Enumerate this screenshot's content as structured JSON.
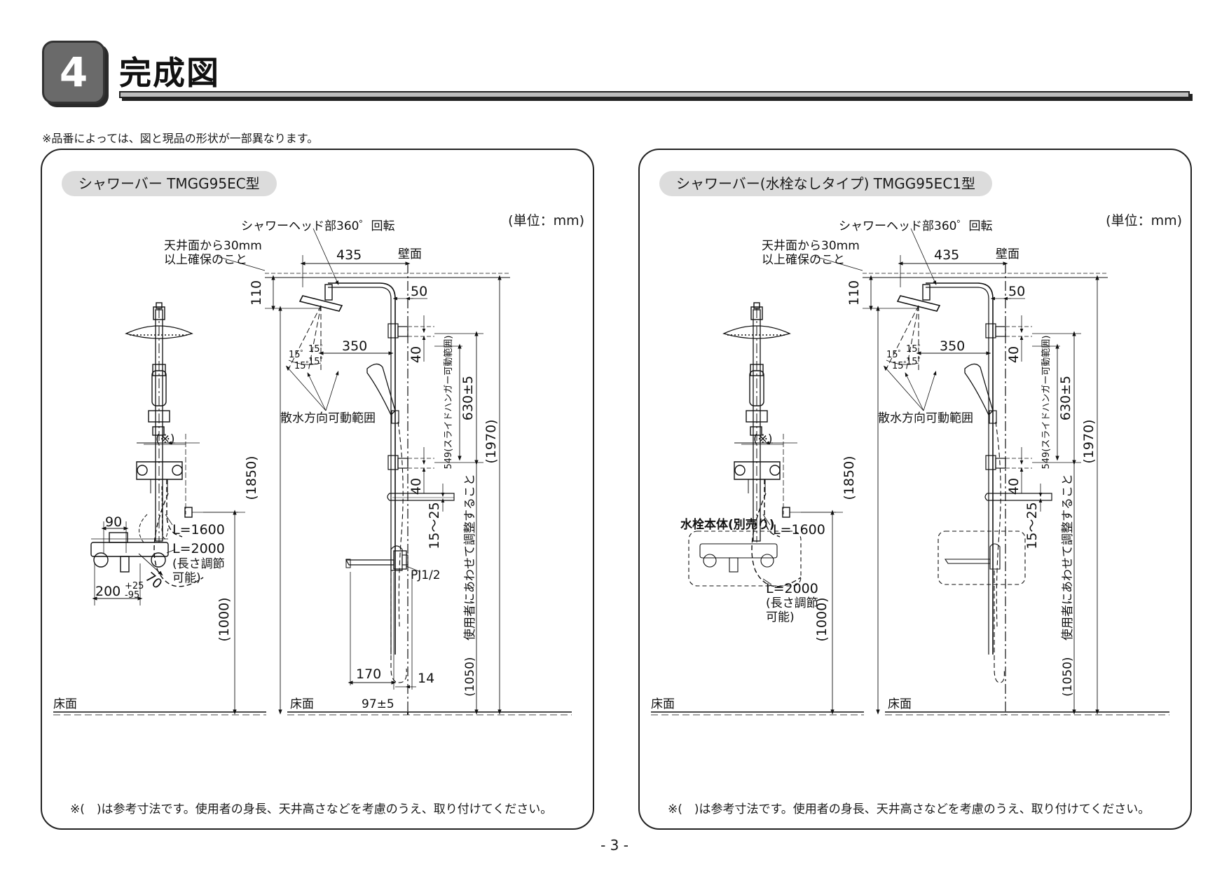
{
  "section": {
    "number": "4",
    "title": "完成図"
  },
  "note_top": "※品番によっては、図と現品の形状が一部異なります。",
  "page_number": "- 3 -",
  "panels": [
    {
      "title": "シャワーバー TMGG95EC型",
      "unit": "(単位：mm)",
      "footnote": "※(　)は参考寸法です。使用者の身長、天井高さなどを考慮のうえ、取り付けてください。",
      "labels": {
        "rotation": "シャワーヘッド部360゜回転",
        "ceiling_1": "天井面から30mm",
        "ceiling_2": "以上確保のこと",
        "wall": "壁面",
        "spray_range": "散水方向可動範囲",
        "floor_a": "床面",
        "floor_b": "床面",
        "ref_mark": "(※)",
        "l1600": "L=1600",
        "l2000": "L=2000",
        "adjust_1": "(長さ調節",
        "adjust_2": "可能)",
        "pj": "PJ1/2",
        "slide_range": "549(スライドハンガー可動範囲)",
        "user_adjust": "使用者にあわせて調整すること",
        "angle_a": "15゜",
        "angle_b": "15゜",
        "angle_c": "15゜",
        "angle_d": "15゜"
      },
      "dims": {
        "d435": "435",
        "d50": "50",
        "d110": "110",
        "d350": "350",
        "d40a": "40",
        "d40b": "40",
        "d630": "630±5",
        "d1970": "(1970)",
        "d1850": "(1850)",
        "d1050": "(1050)",
        "d1000": "(1000)",
        "d15_25": "15～25",
        "d90": "90",
        "d200": "200",
        "d200_tol_top": "+25",
        "d200_tol_bot": "-95",
        "d70": "70",
        "d170": "170",
        "d14": "14",
        "d97": "97±5"
      }
    },
    {
      "title": "シャワーバー(水栓なしタイプ) TMGG95EC1型",
      "unit": "(単位：mm)",
      "footnote": "※(　)は参考寸法です。使用者の身長、天井高さなどを考慮のうえ、取り付けてください。",
      "labels": {
        "rotation": "シャワーヘッド部360゜回転",
        "ceiling_1": "天井面から30mm",
        "ceiling_2": "以上確保のこと",
        "wall": "壁面",
        "spray_range": "散水方向可動範囲",
        "floor_a": "床面",
        "floor_b": "床面",
        "ref_mark": "(※)",
        "l1600": "L=1600",
        "l2000": "L=2000",
        "adjust_1": "(長さ調節",
        "adjust_2": "可能)",
        "faucet_body": "水栓本体(別売り)",
        "slide_range": "549(スライドハンガー可動範囲)",
        "user_adjust": "使用者にあわせて調整すること",
        "angle_a": "15゜",
        "angle_b": "15゜",
        "angle_c": "15゜",
        "angle_d": "15゜"
      },
      "dims": {
        "d435": "435",
        "d50": "50",
        "d110": "110",
        "d350": "350",
        "d40a": "40",
        "d40b": "40",
        "d630": "630±5",
        "d1970": "(1970)",
        "d1850": "(1850)",
        "d1050": "(1050)",
        "d1000": "(1000)",
        "d15_25": "15～25"
      }
    }
  ]
}
